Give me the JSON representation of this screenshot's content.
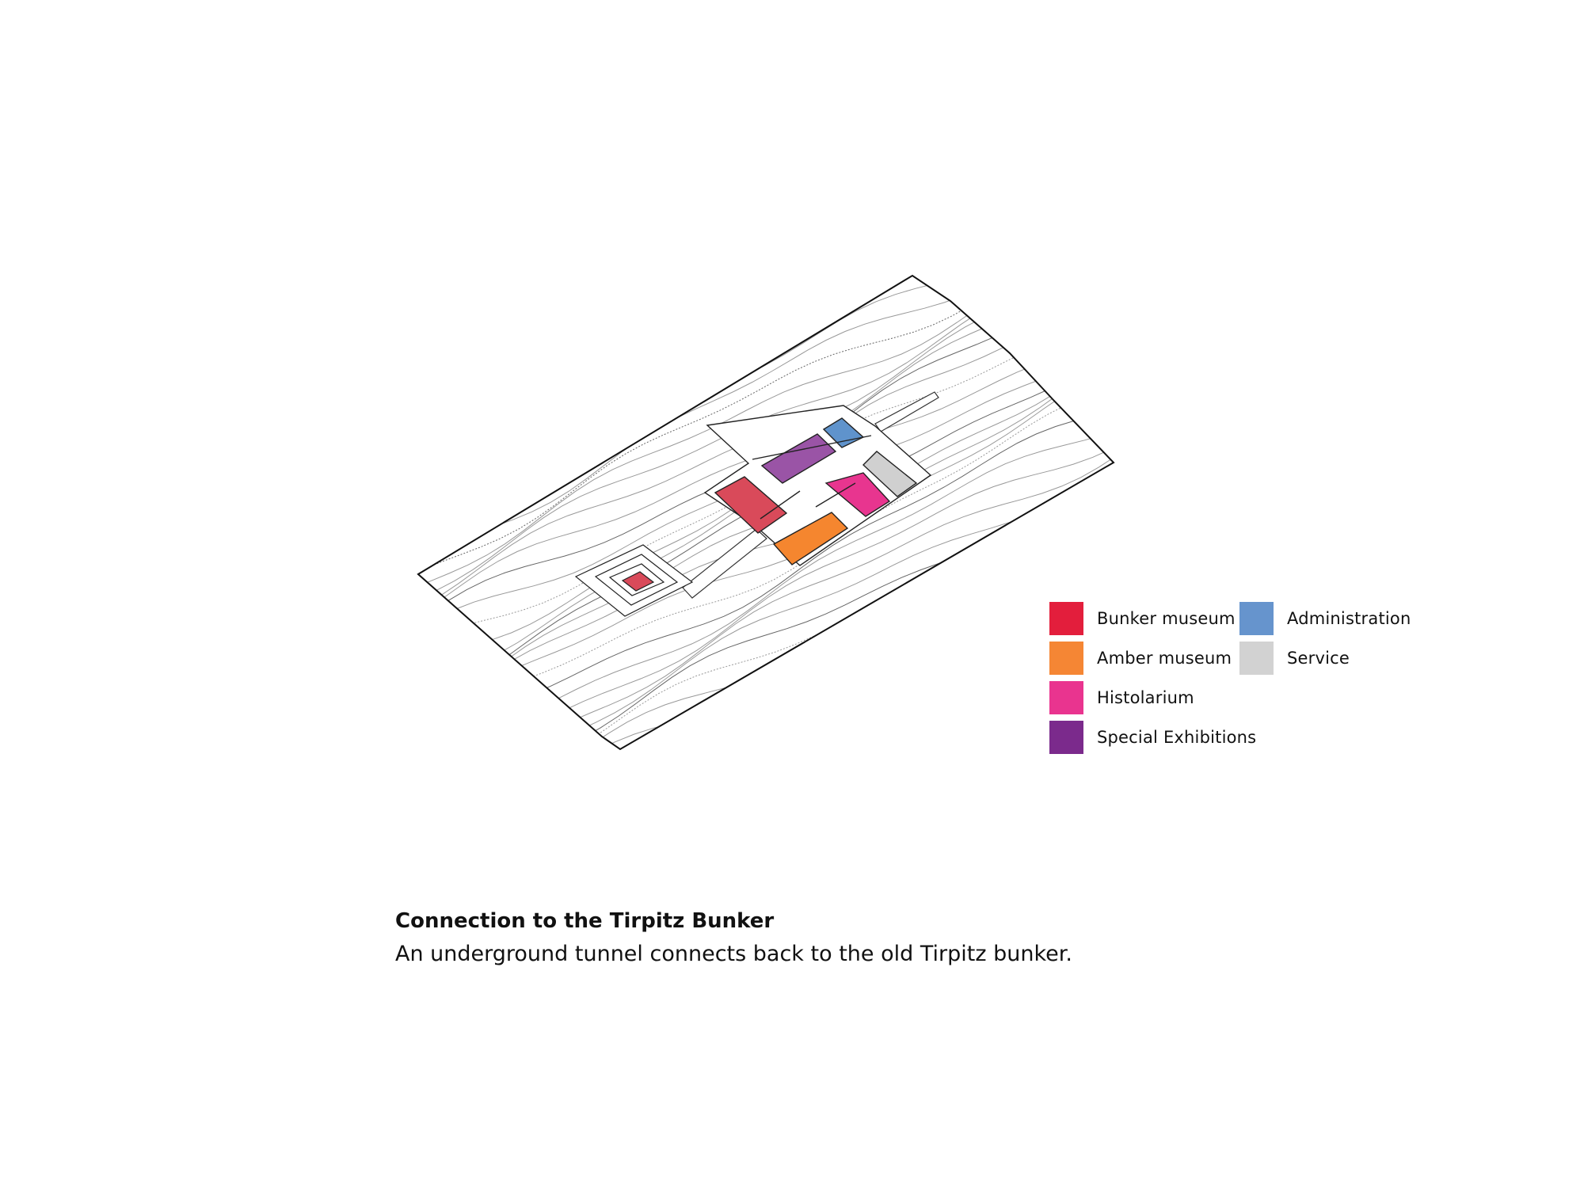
{
  "legend": [
    {
      "label": "Bunker museum",
      "color": "#e31e3c"
    },
    {
      "label": "Amber museum",
      "color": "#f58634"
    },
    {
      "label": "Histolarium",
      "color": "#e9348f"
    },
    {
      "label": "Special Exhibitions",
      "color": "#7b2a8c"
    },
    {
      "label": "Administration",
      "color": "#6694cd"
    },
    {
      "label": "Service",
      "color": "#d2d2d2"
    }
  ],
  "caption": {
    "title": "Connection to the Tirpitz Bunker",
    "text": "An underground tunnel connects back to the old Tirpitz bunker."
  },
  "plan_colors": {
    "bunker": "#d94a5a",
    "amber": "#f5862f",
    "histolarium": "#e8358f",
    "special": "#9a54a6",
    "admin": "#5f93cc",
    "service": "#d0d0d0"
  }
}
